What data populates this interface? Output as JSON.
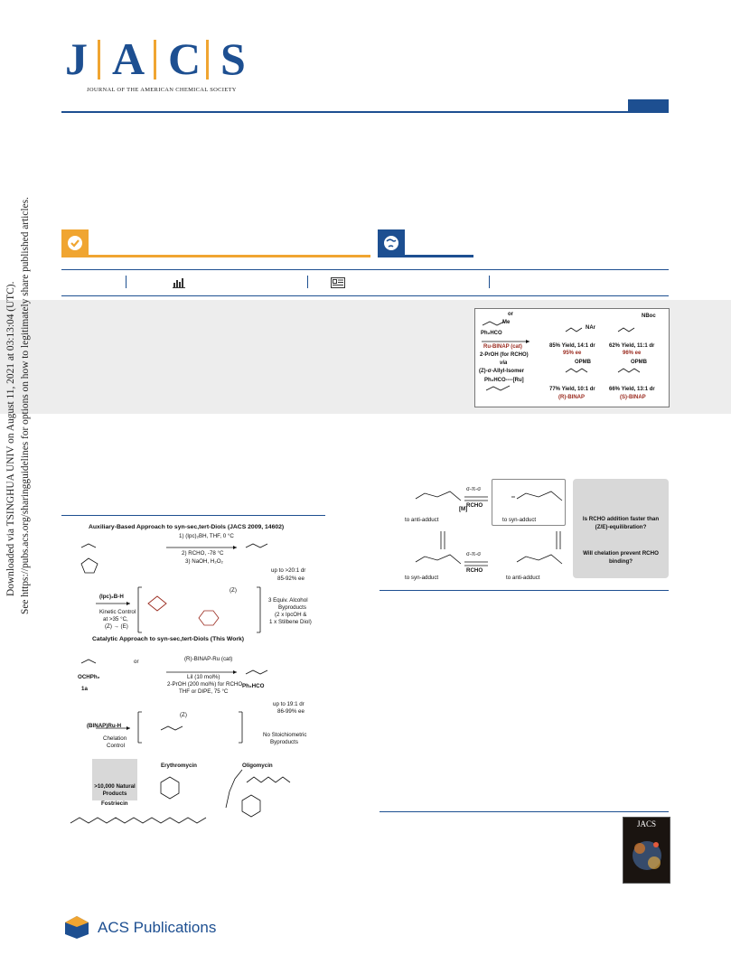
{
  "logo": {
    "letters": [
      "J",
      "A",
      "C",
      "S"
    ],
    "subtitle": "JOURNAL OF THE AMERICAN CHEMICAL SOCIETY"
  },
  "sidebar": {
    "line1": "Downloaded via TSINGHUA UNIV on August 11, 2021 at 03:13:04 (UTC).",
    "line2": "See https://pubs.acs.org/sharingguidelines for options on how to legitimately share published articles."
  },
  "toc": {
    "reagent_top": "or",
    "substrate": "Ph₂HCO",
    "me": "Me",
    "catalyst": "Ru-BINAP (cat)",
    "conditions": "2-PrOH (for RCHO)",
    "via": "via",
    "isomer": "(Z)-σ-Allyl-Isomer",
    "ru_label": "Ph₂HCO----[Ru]",
    "products": [
      {
        "yield": "85% Yield, 14:1 dr",
        "ee": "95% ee",
        "sub": "NAr"
      },
      {
        "yield": "62% Yield, 11:1 dr",
        "ee": "96% ee",
        "sub": "NBoc"
      },
      {
        "yield": "77% Yield, 10:1 dr",
        "ee": "(R)-BINAP",
        "sub": "OPMB"
      },
      {
        "yield": "66% Yield, 13:1 dr",
        "ee": "(S)-BINAP",
        "sub": "OPMB"
      }
    ]
  },
  "scheme1": {
    "title1": "Auxiliary-Based Approach to syn-sec,tert-Diols (JACS 2009, 14602)",
    "step1": "1) (Ipc)₂BH, THF, 0 °C",
    "step2": "2) RCHO, -78 °C",
    "step3": "3) NaOH, H₂O₂",
    "result1a": "up to >20:1 dr",
    "result1b": "85-92% ee",
    "ipc": "(Ipc)₂B-H",
    "kinetic1": "Kinetic Control",
    "kinetic2": "at >35 °C,",
    "kinetic3": "(Z) → (E)",
    "z_label": "(Z)",
    "byproduct1": "3 Equiv. Alcohol",
    "byproduct2": "Byproducts",
    "byproduct3": "(2 x IpcOH &",
    "byproduct4": "1 x Stilbene Diol)",
    "title2": "Catalytic Approach to syn-sec,tert-Diols (This Work)",
    "cat_step1": "(R)-BINAP-Ru (cat)",
    "cat_step2": "LiI (10 mol%)",
    "cat_step3": "2-PrOH (200 mol%) for RCHO",
    "cat_step4": "THF or DIPE, 75 °C",
    "cat_result1": "up to 19:1 dr",
    "cat_result2": "86-99% ee",
    "sub1a": "1a",
    "ocph": "OCHPh₂",
    "or": "or",
    "ph2hco": "Ph₂HCO",
    "binap_ruh": "(BINAP)Ru-H",
    "chelation1": "Chelation",
    "chelation2": "Control",
    "ru_z": "(Z)",
    "no_byproduct1": "No Stoichiometric",
    "no_byproduct2": "Byproducts",
    "natural_products": ">10,000 Natural Products",
    "erythromycin": "Erythromycin",
    "oligomycin": "Oligomycin",
    "fostriecin": "Fostriecin"
  },
  "mechanism": {
    "anti1": "to anti-adduct",
    "syn1": "to syn-adduct",
    "syn2": "to syn-adduct",
    "anti2": "to anti-adduct",
    "sps1": "σ-π-σ",
    "rcho1": "RCHO",
    "sps2": "σ-π-σ",
    "rcho2": "RCHO",
    "q1": "Is RCHO addition faster than (Z/E)-equilibration?",
    "q2": "Will chelation prevent RCHO binding?",
    "m": "[M]"
  },
  "cover": {
    "title": "JACS"
  },
  "publisher": {
    "name": "ACS Publications"
  }
}
